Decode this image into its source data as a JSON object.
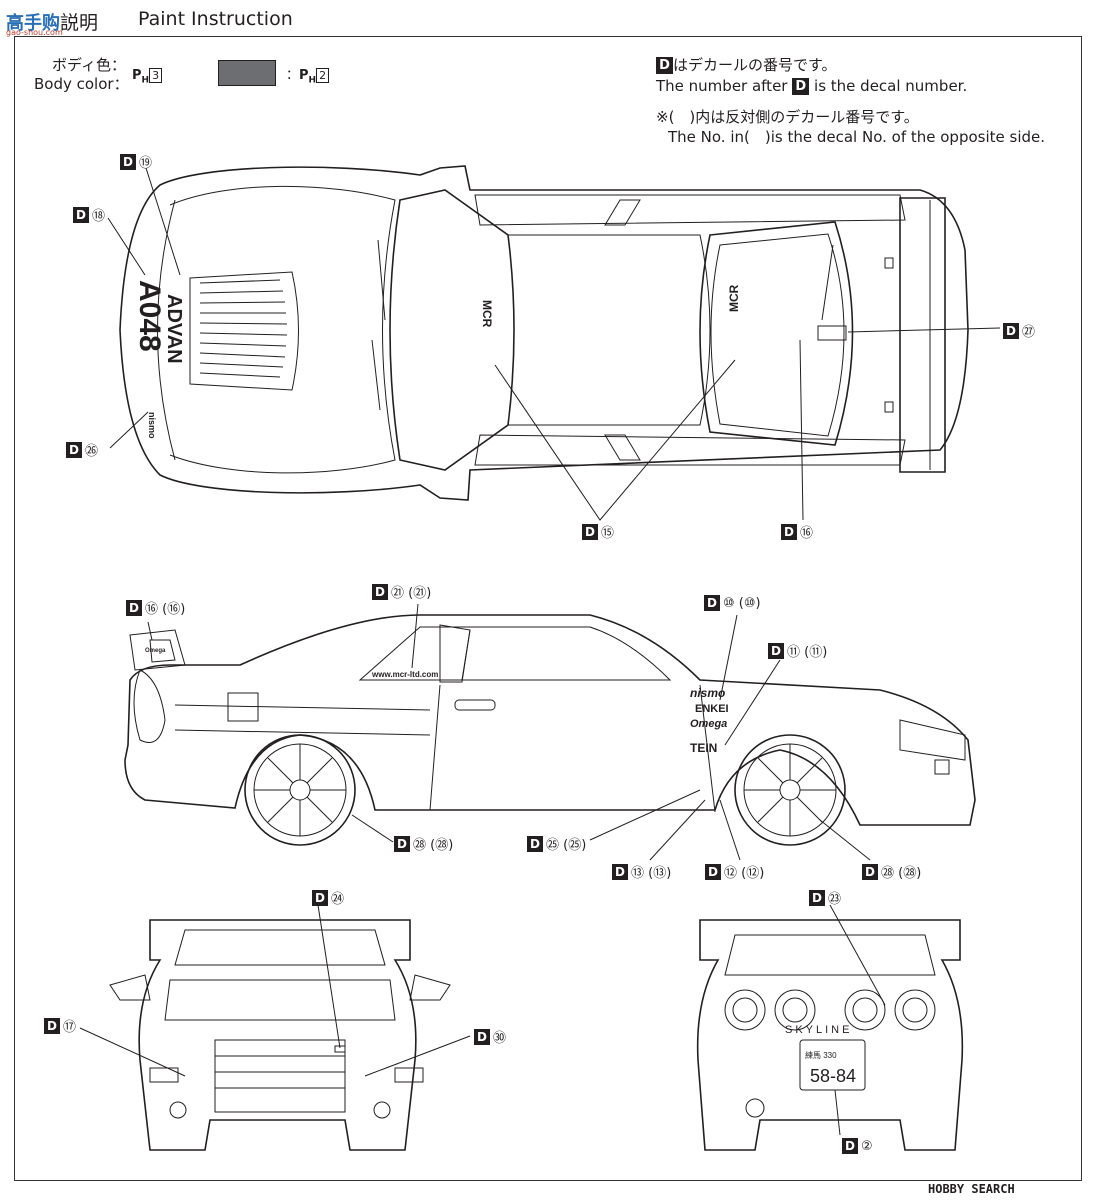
{
  "header": {
    "jp_title": "説明",
    "en_title": "Paint Instruction",
    "watermark": "高手购",
    "watermark_url": "gao-shou.com",
    "footer_logo": "HOBBY SEARCH"
  },
  "legend": {
    "body_color_jp": "ボディ色：",
    "body_color_en": "Body color：",
    "paint1_num": "3",
    "paint2_num": "2",
    "swatch_color": "#6d6e71",
    "decal_note_jp": "はデカールの番号です。",
    "decal_note_en_pre": "The number after",
    "decal_note_en_post": "is the decal number.",
    "opposite_jp": "※(　)内は反対側のデカール番号です。",
    "opposite_en": "The No. in(　)is the decal No. of the opposite side."
  },
  "car_text": {
    "hood_advan": "ADVAN",
    "hood_a048": "A048",
    "nismo": "nismo",
    "mcr": "MCR",
    "url": "www.mcr-ltd.com",
    "skyline": "SKYLINE",
    "plate_top": "練馬 330",
    "plate_num": "58-84",
    "side_nismo": "nismo",
    "side_enkei": "ENKEI",
    "side_omega": "Omega",
    "side_tein": "TEIN",
    "omega_small": "Omega"
  },
  "callouts": {
    "c19": "⑲",
    "c18": "⑱",
    "c26": "㉖",
    "c27": "㉗",
    "c15": "⑮",
    "c16": "⑯",
    "c16s": "⑯ (⑯)",
    "c21": "㉑ (㉑)",
    "c10": "⑩ (⑩)",
    "c11": "⑪ (⑪)",
    "c28a": "㉘ (㉘)",
    "c25": "㉕ (㉕)",
    "c13": "⑬ (⑬)",
    "c12": "⑫ (⑫)",
    "c28b": "㉘ (㉘)",
    "c24": "㉔",
    "c23": "㉓",
    "c17": "⑰",
    "c30": "㉚",
    "c2": "②",
    "d": "D"
  }
}
